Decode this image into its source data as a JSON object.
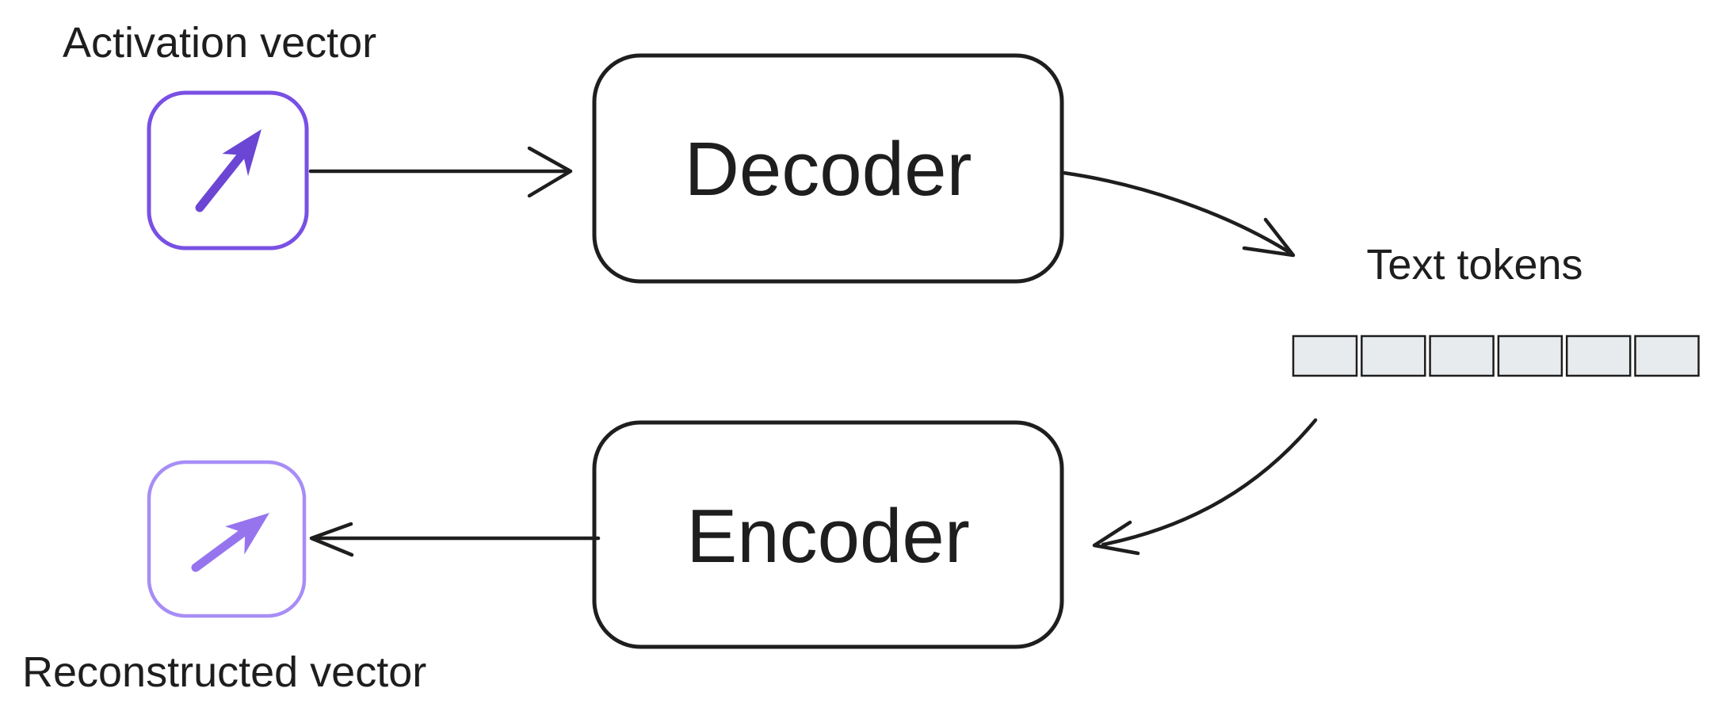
{
  "diagram": {
    "labels": {
      "activation_vector": "Activation vector",
      "reconstructed_vector": "Reconstructed vector",
      "text_tokens": "Text tokens",
      "decoder": "Decoder",
      "encoder": "Encoder"
    },
    "colors": {
      "ink": "#1e1e1e",
      "background": "#ffffff",
      "activation_box_border": "#7950e4",
      "activation_arrow": "#6b46d4",
      "reconstructed_box_border": "#a88df5",
      "reconstructed_arrow": "#9674ee",
      "token_fill": "#e8ebee",
      "token_border": "#1e1e1e"
    },
    "tokens": {
      "count": 6
    }
  }
}
